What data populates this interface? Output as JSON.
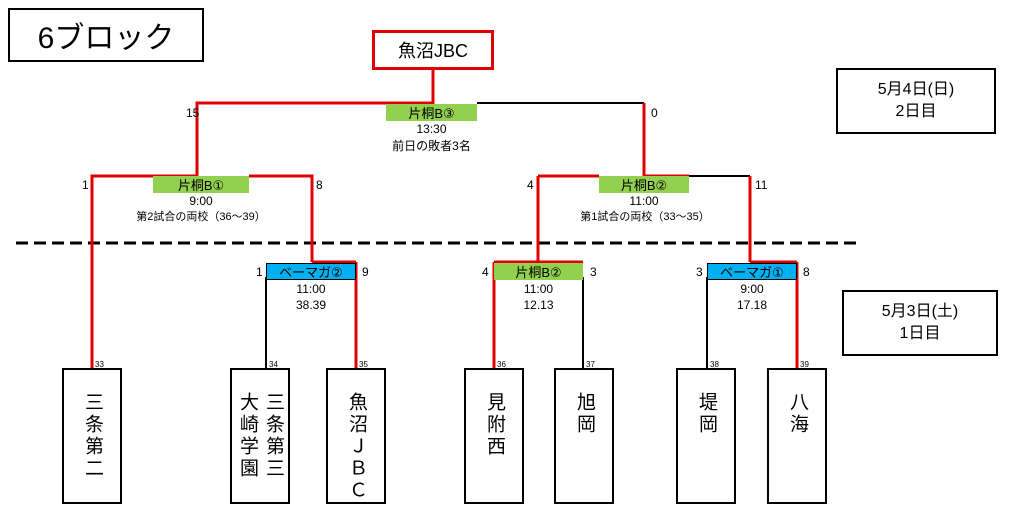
{
  "block_title": "6ブロック",
  "champion": "魚沼JBC",
  "days": {
    "day2": {
      "date": "5月4日(日)",
      "label": "2日目"
    },
    "day1": {
      "date": "5月3日(土)",
      "label": "1日目"
    }
  },
  "colors": {
    "winner_line": "#e00000",
    "loser_line": "#000000",
    "venue_green": "#92d050",
    "venue_blue": "#00b0f0"
  },
  "final": {
    "venue": "片桐B③",
    "time": "13:30",
    "note": "前日の敗者3名",
    "score_left": "15",
    "score_right": "0"
  },
  "semi_left": {
    "venue": "片桐B①",
    "time": "9:00",
    "note": "第2試合の両校（36～39）",
    "score_left": "1",
    "score_right": "8"
  },
  "semi_right": {
    "venue": "片桐B②",
    "time": "11:00",
    "note": "第1試合の両校（33～35）",
    "score_left": "4",
    "score_right": "11"
  },
  "r1_a": {
    "venue": "ベーマガ②",
    "time": "11:00",
    "note": "38.39",
    "score_left": "1",
    "score_right": "9"
  },
  "r1_b": {
    "venue": "片桐B②",
    "time": "11:00",
    "note": "12.13",
    "score_left": "4",
    "score_right": "3"
  },
  "r1_c": {
    "venue": "ベーマガ①",
    "time": "9:00",
    "note": "17.18",
    "score_left": "3",
    "score_right": "8"
  },
  "teams": [
    {
      "num": "33",
      "cols": [
        "三条第二"
      ]
    },
    {
      "num": "34",
      "cols": [
        "三条第三",
        "大崎学園"
      ]
    },
    {
      "num": "35",
      "cols": [
        "魚沼ＪＢＣ"
      ]
    },
    {
      "num": "36",
      "cols": [
        "見附西"
      ]
    },
    {
      "num": "37",
      "cols": [
        "旭岡"
      ]
    },
    {
      "num": "38",
      "cols": [
        "堤岡"
      ]
    },
    {
      "num": "39",
      "cols": [
        "八海"
      ]
    }
  ]
}
